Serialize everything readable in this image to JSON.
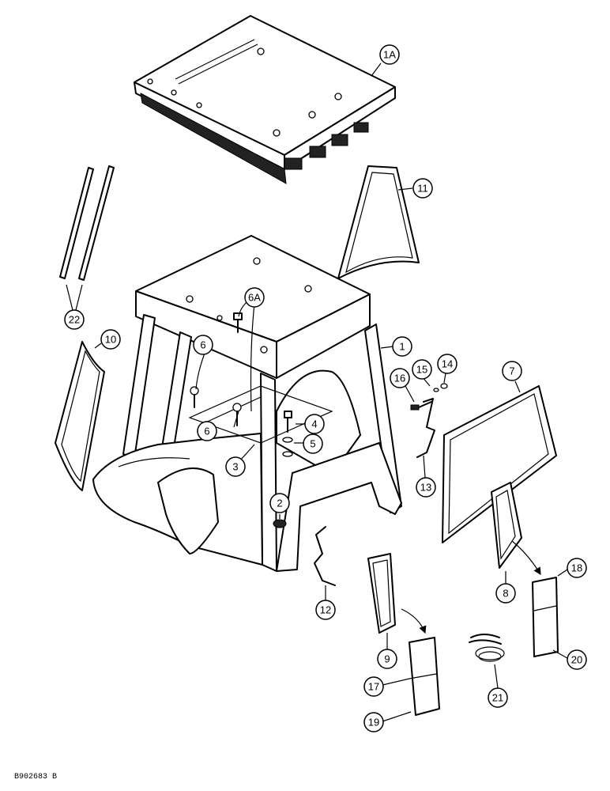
{
  "figure_ref": "B902683 B",
  "callouts": [
    "1A",
    "11",
    "22",
    "10",
    "6A",
    "6",
    "1",
    "15",
    "14",
    "16",
    "7",
    "4",
    "5",
    "6",
    "3",
    "13",
    "2",
    "8",
    "18",
    "12",
    "9",
    "17",
    "19",
    "21",
    "20"
  ]
}
